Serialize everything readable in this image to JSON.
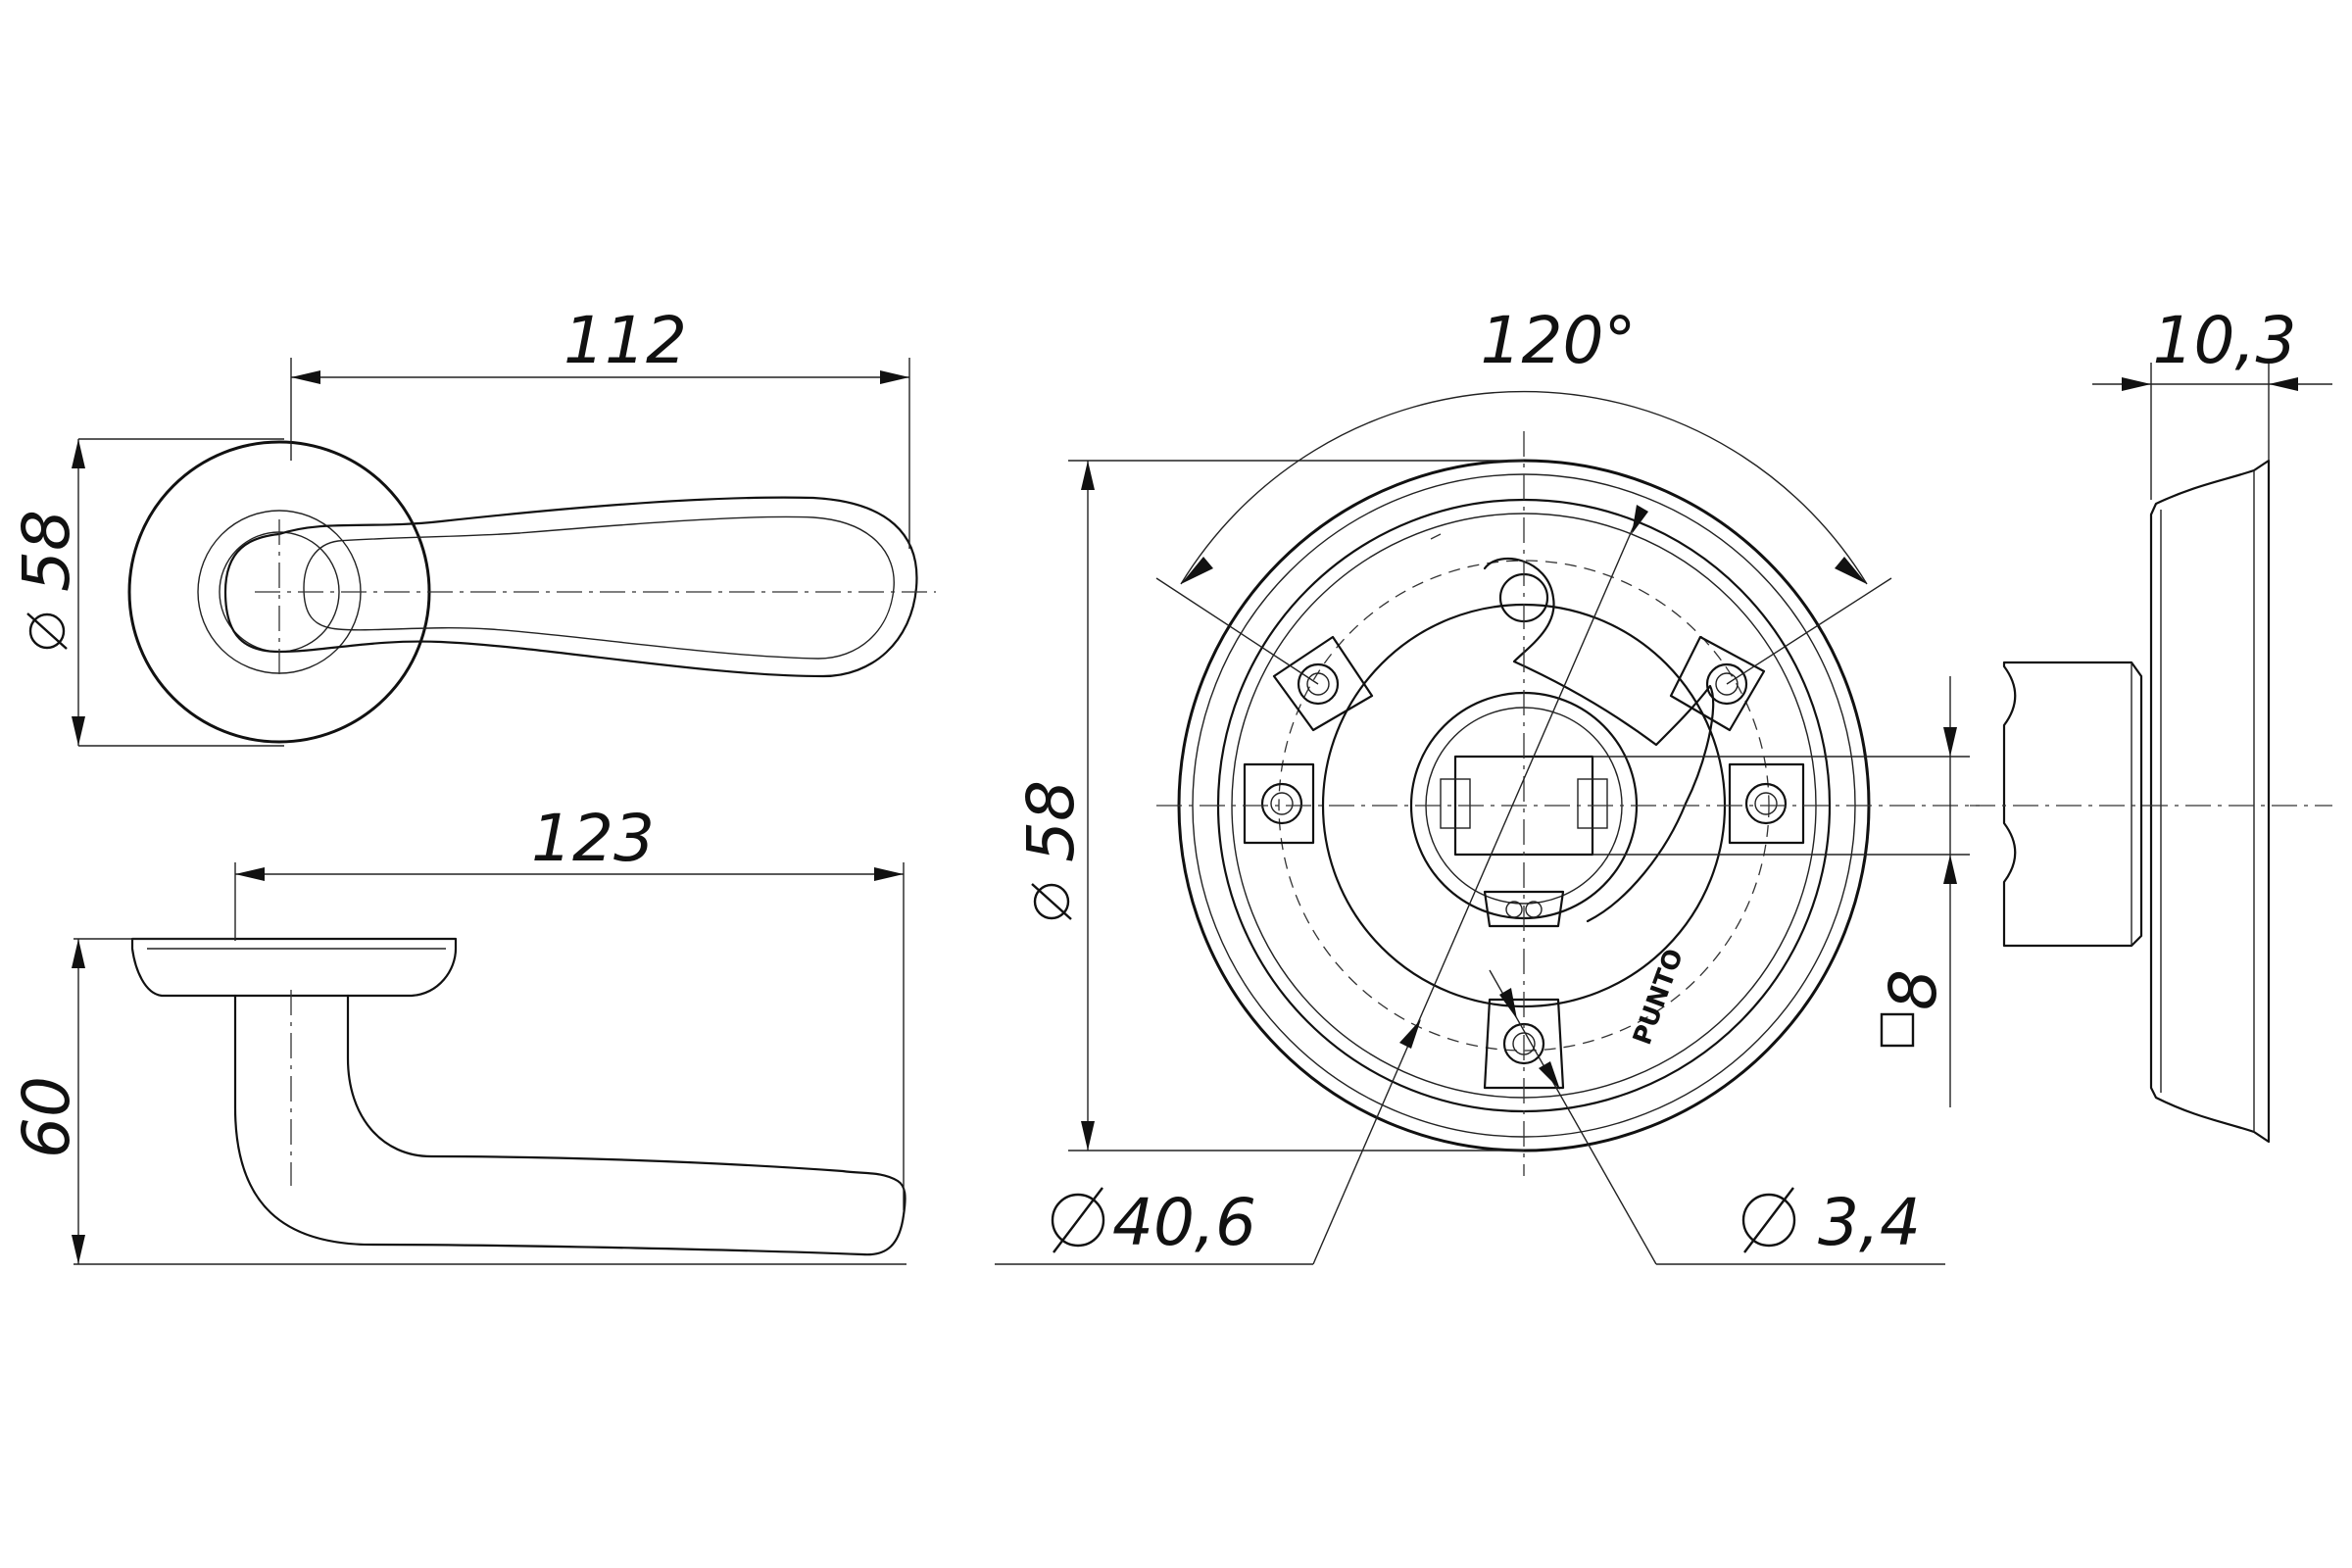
{
  "dimensions": {
    "top_view_width": "112",
    "rose_diameter": "58",
    "side_view_length": "123",
    "side_view_height": "60",
    "angle": "120°",
    "mounting_diameter": "58",
    "bolt_circle": "40,6",
    "screw_hole": "3,4",
    "spindle_square": "8",
    "thickness": "10,3"
  },
  "brand_mark": "PUNTO"
}
